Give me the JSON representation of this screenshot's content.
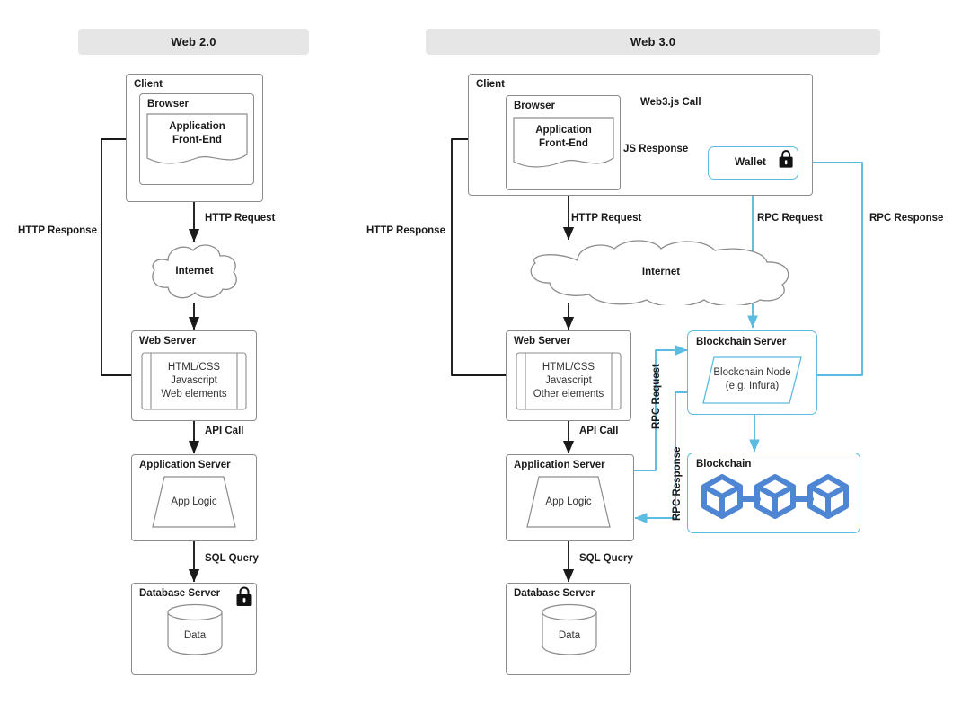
{
  "diagram": {
    "title": "Web 2.0 vs Web 3.0 architecture comparison",
    "colors": {
      "header_bg": "#e6e6e6",
      "gray_stroke": "#8c8c8c",
      "black_stroke": "#1a1a1a",
      "light_blue": "#5bbbe0",
      "cube_blue": "#4f86d4",
      "text": "#1a1a1a"
    }
  },
  "panels": [
    {
      "id": "web2",
      "header": "Web 2.0",
      "nodes": {
        "client": "Client",
        "browser": "Browser",
        "frontend": "Application\nFront-End",
        "frontend_l1": "Application",
        "frontend_l2": "Front-End",
        "internet": "Internet",
        "web_server": "Web Server",
        "web_stack_l1": "HTML/CSS",
        "web_stack_l2": "Javascript",
        "web_stack_l3": "Web elements",
        "app_server": "Application Server",
        "app_logic": "App Logic",
        "db_server": "Database Server",
        "data": "Data"
      },
      "edges": [
        {
          "label": "HTTP Response",
          "from": "web-server",
          "to": "application-front-end",
          "color": "#1a1a1a"
        },
        {
          "label": "HTTP Request",
          "from": "client",
          "to": "internet",
          "color": "#1a1a1a"
        },
        {
          "label": "API Call",
          "from": "web-server",
          "to": "application-server",
          "color": "#1a1a1a",
          "bidirectional": true
        },
        {
          "label": "SQL Query",
          "from": "application-server",
          "to": "database-server",
          "color": "#1a1a1a",
          "bidirectional": true
        }
      ],
      "icons": {
        "db_lock": "lock-icon"
      }
    },
    {
      "id": "web3",
      "header": "Web 3.0",
      "nodes": {
        "client": "Client",
        "browser": "Browser",
        "frontend_l1": "Application",
        "frontend_l2": "Front-End",
        "wallet": "Wallet",
        "internet": "Internet",
        "web_server": "Web Server",
        "web_stack_l1": "HTML/CSS",
        "web_stack_l2": "Javascript",
        "web_stack_l3": "Other elements",
        "app_server": "Application Server",
        "app_logic": "App Logic",
        "db_server": "Database Server",
        "data": "Data",
        "blockchain_server": "Blockchain Server",
        "blockchain_node_l1": "Blockchain Node",
        "blockchain_node_l2": "(e.g. Infura)",
        "blockchain": "Blockchain"
      },
      "edges": [
        {
          "label": "Web3.js Call",
          "from": "browser",
          "to": "wallet",
          "color": "#5bbbe0"
        },
        {
          "label": "JS Response",
          "from": "wallet",
          "to": "application-front-end",
          "color": "#5bbbe0"
        },
        {
          "label": "HTTP Response",
          "from": "web-server",
          "to": "application-front-end",
          "color": "#1a1a1a"
        },
        {
          "label": "HTTP Request",
          "from": "browser",
          "to": "internet",
          "color": "#1a1a1a"
        },
        {
          "label": "RPC Request",
          "from": "wallet",
          "to": "blockchain-server",
          "color": "#5bbbe0"
        },
        {
          "label": "RPC Response",
          "from": "blockchain-server",
          "to": "wallet",
          "color": "#5bbbe0"
        },
        {
          "label": "API Call",
          "from": "web-server",
          "to": "application-server",
          "color": "#1a1a1a",
          "bidirectional": true
        },
        {
          "label": "SQL Query",
          "from": "application-server",
          "to": "database-server",
          "color": "#1a1a1a",
          "bidirectional": true
        },
        {
          "label": "RPC Request",
          "from": "application-server",
          "to": "blockchain-server",
          "color": "#5bbbe0",
          "vertical": true
        },
        {
          "label": "RPC Response",
          "from": "blockchain-server",
          "to": "application-server",
          "color": "#5bbbe0",
          "vertical": true
        }
      ],
      "icons": {
        "wallet_lock": "lock-icon",
        "blockchain_cubes": "cube-chain-icon"
      }
    }
  ]
}
